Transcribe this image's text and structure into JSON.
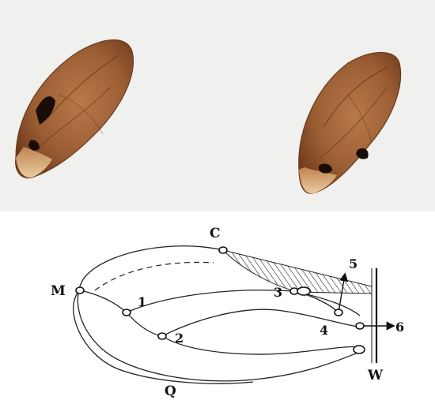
{
  "photo": {
    "background": "#f1f1ef",
    "seeds": [
      {
        "name": "left-seed"
      },
      {
        "name": "right-seed"
      }
    ],
    "colors": {
      "seed_brown": "#a86a3c",
      "seed_dark": "#5e3018",
      "seed_tip": "#f0cfa0",
      "spot": "#1a0d08"
    }
  },
  "diagram": {
    "labels": {
      "C": "C",
      "M": "M",
      "Q": "Q",
      "W": "W"
    },
    "nodes": [
      "1",
      "2",
      "3",
      "4",
      "5",
      "6"
    ]
  }
}
